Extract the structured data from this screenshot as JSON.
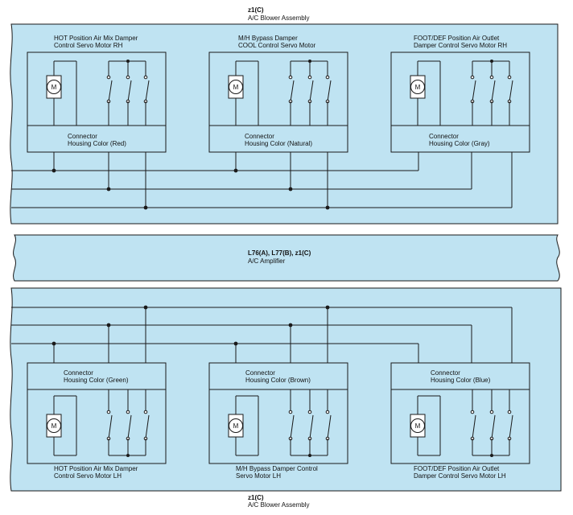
{
  "top_assembly": {
    "code": "z1(C)",
    "name": "A/C Blower Assembly"
  },
  "bottom_assembly": {
    "code": "z1(C)",
    "name": "A/C Blower Assembly"
  },
  "amplifier": {
    "code": "L76(A), L77(B), z1(C)",
    "name": "A/C Amplifier"
  },
  "motor_symbol": "M",
  "top_motors": [
    {
      "line1": "HOT Position Air Mix Damper",
      "line2": "Control Servo Motor RH",
      "connector": "Connector",
      "housing": "Housing Color (Red)"
    },
    {
      "line1": "M/H Bypass Damper",
      "line2": "COOL Control Servo Motor",
      "connector": "Connector",
      "housing": "Housing Color (Natural)"
    },
    {
      "line1": "FOOT/DEF Position Air Outlet",
      "line2": "Damper Control Servo Motor RH",
      "connector": "Connector",
      "housing": "Housing Color (Gray)"
    }
  ],
  "bottom_motors": [
    {
      "line1": "HOT Position Air Mix Damper",
      "line2": "Control Servo Motor LH",
      "connector": "Connector",
      "housing": "Housing Color (Green)"
    },
    {
      "line1": "M/H Bypass Damper Control",
      "line2": "Servo Motor LH",
      "connector": "Connector",
      "housing": "Housing Color (Brown)"
    },
    {
      "line1": "FOOT/DEF Position Air Outlet",
      "line2": "Damper Control Servo Motor LH",
      "connector": "Connector",
      "housing": "Housing Color (Blue)"
    }
  ],
  "colors": {
    "panel_fill": "#bfe3f2",
    "line": "#1a1a1a"
  }
}
